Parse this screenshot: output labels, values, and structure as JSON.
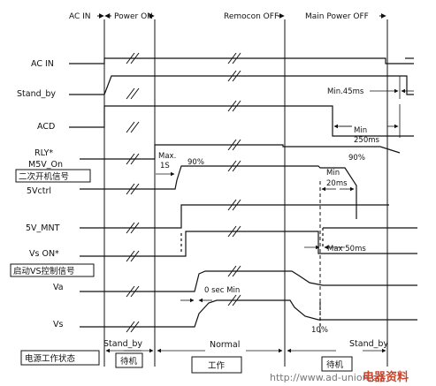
{
  "headers": {
    "ac_in": "AC IN",
    "power_on": "Power ON",
    "remocon_off": "Remocon OFF",
    "main_power_off": "Main Power OFF"
  },
  "signals": {
    "ac_in": "AC IN",
    "stand_by": "Stand_by",
    "acd": "ACD",
    "rly": "RLY*",
    "m5v_on": "M5V_On",
    "secondary_on_cn": "二次开机信号",
    "5vctrl": "5Vctrl",
    "5v_mnt": "5V_MNT",
    "vs_on": "Vs ON*",
    "vs_control_cn": "启动VS控制信号",
    "va": "Va",
    "vs": "Vs"
  },
  "annotations": {
    "max_1s_a": "Max.",
    "max_1s_b": "1S",
    "pct_90_left": "90%",
    "min_45ms": "Min.45ms",
    "min_250ms_a": "Min",
    "min_250ms_b": "250ms",
    "pct_90_right": "90%",
    "min_20ms_a": "Min",
    "min_20ms_b": "20ms",
    "max_50ms": "Max 50ms",
    "zero_sec_min": "0 sec Min",
    "pct_10": "10%"
  },
  "states": {
    "row_label": "电源工作状态",
    "stand_by_left": "Stand_by",
    "normal": "Normal",
    "stand_by_right": "Stand_by",
    "standby_cn_left": "待机",
    "working_cn": "工作",
    "standby_cn_right": "待机"
  },
  "watermark": {
    "url": "http://www.ad-union.cn",
    "brand": "电器资料"
  }
}
